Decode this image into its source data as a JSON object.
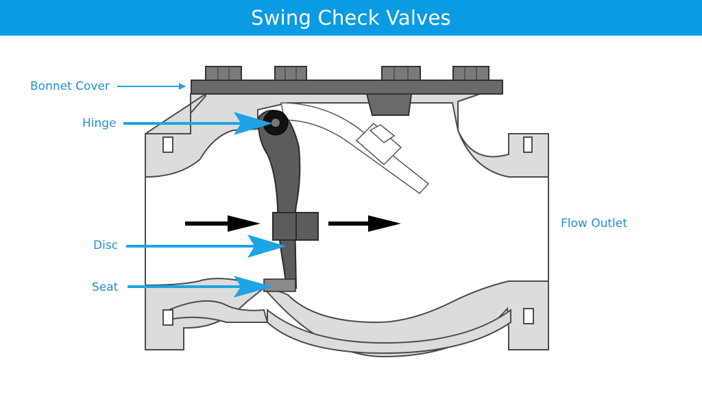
{
  "title": "Swing Check Valves",
  "colors": {
    "banner": "#0b9be3",
    "label_text": "#1f8fd8",
    "arrow": "#1ea3e6",
    "body_fill": "#dcdcdc",
    "body_outline": "#4a4a4a",
    "dark_parts": "#5c5c5c",
    "flow_arrow": "#000000"
  },
  "labels": {
    "bonnet_cover": "Bonnet Cover",
    "hinge": "Hinge",
    "disc": "Disc",
    "seat": "Seat",
    "flow_outlet": "Flow Outlet"
  },
  "icons": {
    "flow_in": "right-arrow-icon",
    "flow_out": "right-arrow-icon"
  }
}
